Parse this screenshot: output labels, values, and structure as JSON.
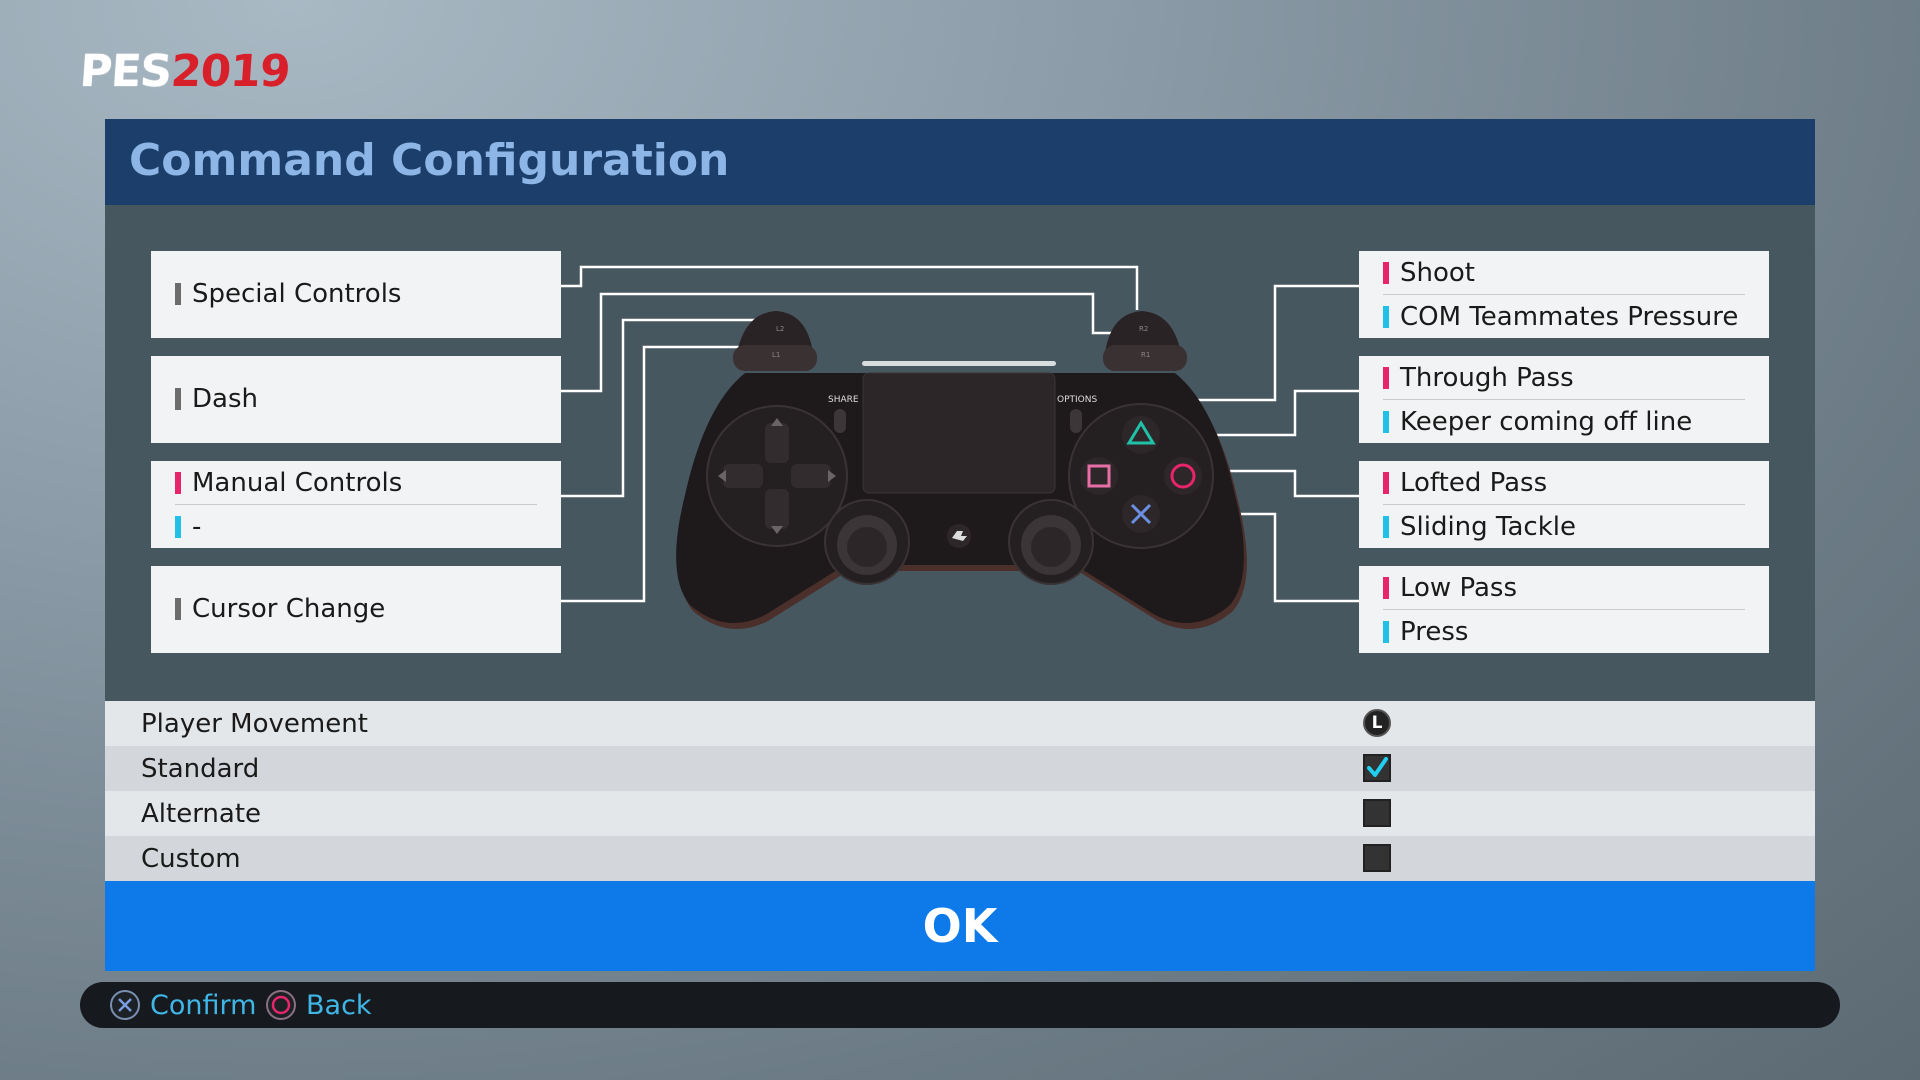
{
  "logo": {
    "part1": "PES",
    "part2": "2019"
  },
  "title": "Command Configuration",
  "left_boxes": [
    {
      "rows": [
        {
          "label": "Special Controls",
          "color": "grey"
        }
      ]
    },
    {
      "rows": [
        {
          "label": "Dash",
          "color": "grey"
        }
      ]
    },
    {
      "rows": [
        {
          "label": "Manual Controls",
          "color": "pink"
        },
        {
          "label": "-",
          "color": "cyan"
        }
      ]
    },
    {
      "rows": [
        {
          "label": "Cursor Change",
          "color": "grey"
        }
      ]
    }
  ],
  "right_boxes": [
    {
      "rows": [
        {
          "label": "Shoot",
          "color": "pink"
        },
        {
          "label": "COM Teammates Pressure",
          "color": "cyan"
        }
      ]
    },
    {
      "rows": [
        {
          "label": "Through Pass",
          "color": "pink"
        },
        {
          "label": "Keeper coming off line",
          "color": "cyan"
        }
      ]
    },
    {
      "rows": [
        {
          "label": "Lofted Pass",
          "color": "pink"
        },
        {
          "label": "Sliding Tackle",
          "color": "cyan"
        }
      ]
    },
    {
      "rows": [
        {
          "label": "Low Pass",
          "color": "pink"
        },
        {
          "label": "Press",
          "color": "cyan"
        }
      ]
    }
  ],
  "controller": {
    "share": "SHARE",
    "options": "OPTIONS",
    "l2": "L2",
    "l1": "L1",
    "r2": "R2",
    "r1": "R1"
  },
  "options": [
    {
      "label": "Player Movement",
      "indicator": "L"
    },
    {
      "label": "Standard",
      "checked": true
    },
    {
      "label": "Alternate",
      "checked": false
    },
    {
      "label": "Custom",
      "checked": false
    }
  ],
  "ok_label": "OK",
  "footer": {
    "confirm": "Confirm",
    "back": "Back"
  },
  "colors": {
    "accent_pink": "#e8246a",
    "accent_cyan": "#21c0e8",
    "ok_blue": "#0e79e8",
    "header_blue": "#1b3f6a"
  }
}
